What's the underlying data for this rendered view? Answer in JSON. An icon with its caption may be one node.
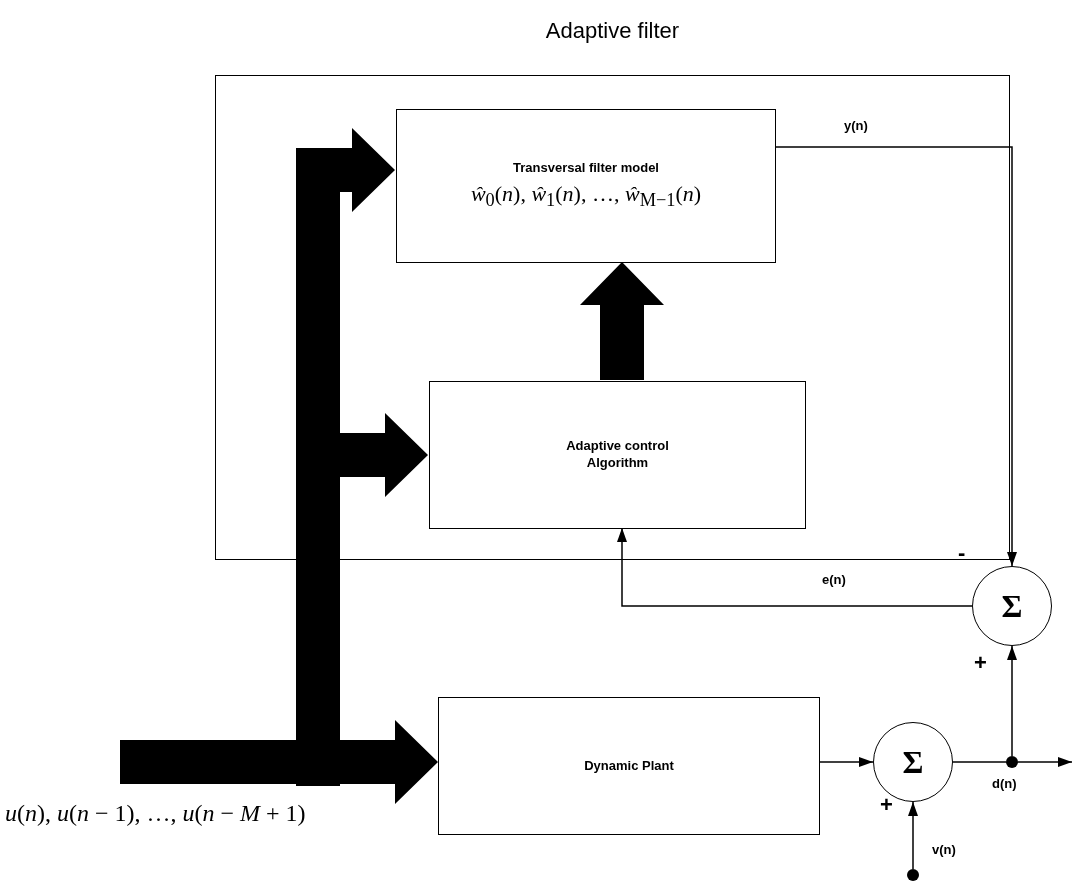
{
  "diagram": {
    "nodes": [
      {
        "text": [
          "Adaptive filter"
        ]
      },
      {
        "text": [
          "Transversal filter model",
          "*ŵ*$_{0}$(*n*), *ŵ*$_{1}$(*n*), …, *ŵ*$_{M−1}$(*n*)"
        ],
        "in": 0
      },
      {
        "text": [
          "Adaptive control Algorithm"
        ],
        "in": 0
      },
      {
        "text": [
          "Dynamic Plant"
        ]
      },
      {
        "text": [
          "Σ"
        ]
      },
      {
        "text": [
          "Σ"
        ]
      },
      {
        "text": [
          "*u*(*n*), *u*(*n* − 1), …, *u*(*n* − *M* + 1)"
        ]
      },
      {
        "text": [],
        "shape": "circle",
        "beside": [
          "d(n)"
        ]
      },
      {
        "text": [],
        "shape": "circle",
        "beside": [
          "v(n)"
        ]
      }
    ],
    "edges": [
      {
        "from": 6,
        "to": 1,
        "arrow": "to",
        "style": "thick"
      },
      {
        "from": 6,
        "to": 2,
        "arrow": "to",
        "style": "thick"
      },
      {
        "from": 6,
        "to": 3,
        "arrow": "to",
        "style": "thick"
      },
      {
        "from": 2,
        "to": 1,
        "arrow": "to",
        "style": "thick"
      },
      {
        "from": 1,
        "to": 4,
        "arrow": "to",
        "label": "y(n)"
      },
      {
        "from": 4,
        "to": 2,
        "arrow": "to",
        "label": "e(n)"
      },
      {
        "from": 3,
        "to": 5,
        "arrow": "to"
      },
      {
        "from": 5,
        "to": 7,
        "arrow": "none"
      },
      {
        "from": 7,
        "to": 4,
        "arrow": "to"
      },
      {
        "from": 7,
        "to": null,
        "arrow": "to"
      },
      {
        "from": 8,
        "to": 5,
        "arrow": "to"
      }
    ],
    "labels": [
      "-",
      "+",
      "+"
    ]
  }
}
